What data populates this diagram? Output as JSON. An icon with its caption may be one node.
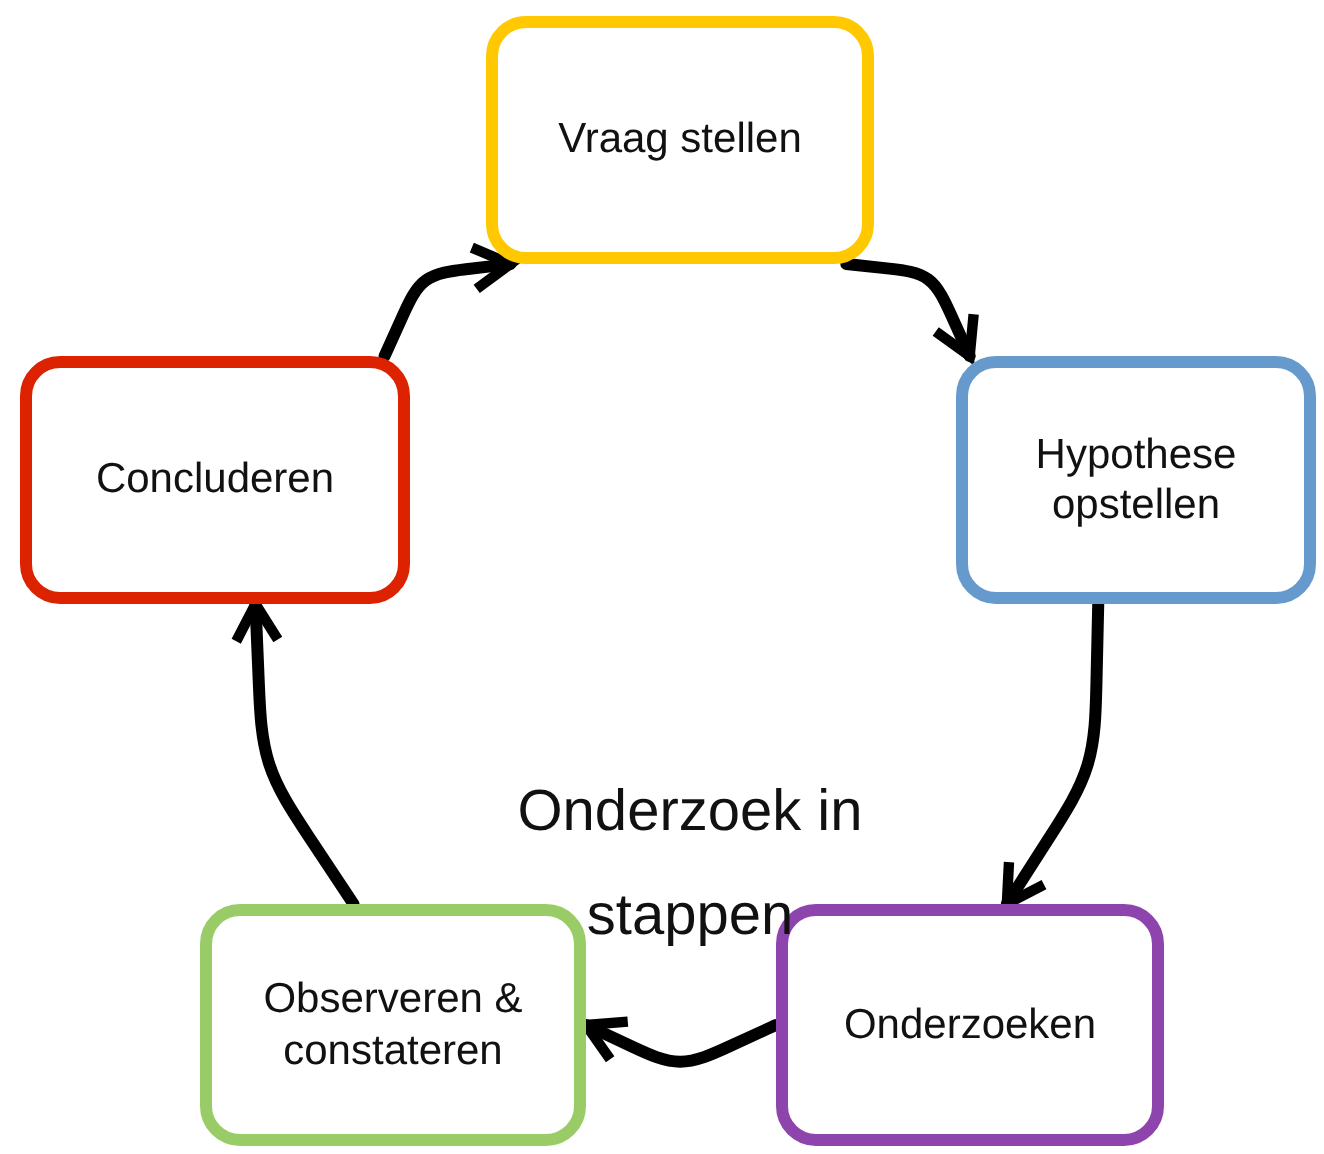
{
  "diagram": {
    "title": "Onderzoek in stappen",
    "nodes": [
      {
        "text": [
          "Vraag stellen"
        ]
      },
      {
        "text": [
          "Hypothese opstellen"
        ]
      },
      {
        "text": [
          "Onderzoeken"
        ]
      },
      {
        "text": [
          "Observeren & constateren"
        ]
      },
      {
        "text": [
          "Concluderen"
        ]
      }
    ],
    "edges": [
      {
        "from": 4,
        "to": 0,
        "arrow": "to"
      },
      {
        "from": 0,
        "to": 1,
        "arrow": "to"
      },
      {
        "from": 1,
        "to": 2,
        "arrow": "to"
      },
      {
        "from": 2,
        "to": 3,
        "arrow": "to"
      },
      {
        "from": 3,
        "to": 4,
        "arrow": "to"
      }
    ]
  }
}
